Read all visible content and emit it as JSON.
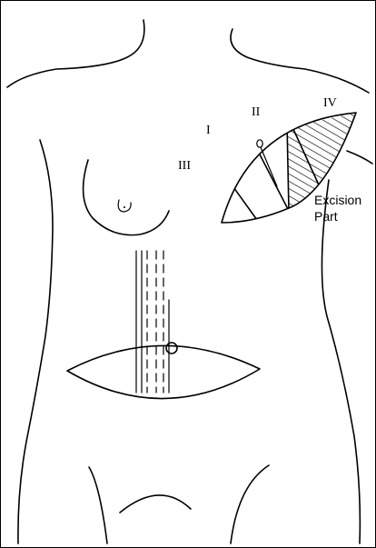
{
  "zone_labels": {
    "zone_1": "I",
    "zone_2": "II",
    "zone_3": "III",
    "zone_4": "IV"
  },
  "annotation": {
    "line1": "Excision",
    "line2": "Part"
  }
}
